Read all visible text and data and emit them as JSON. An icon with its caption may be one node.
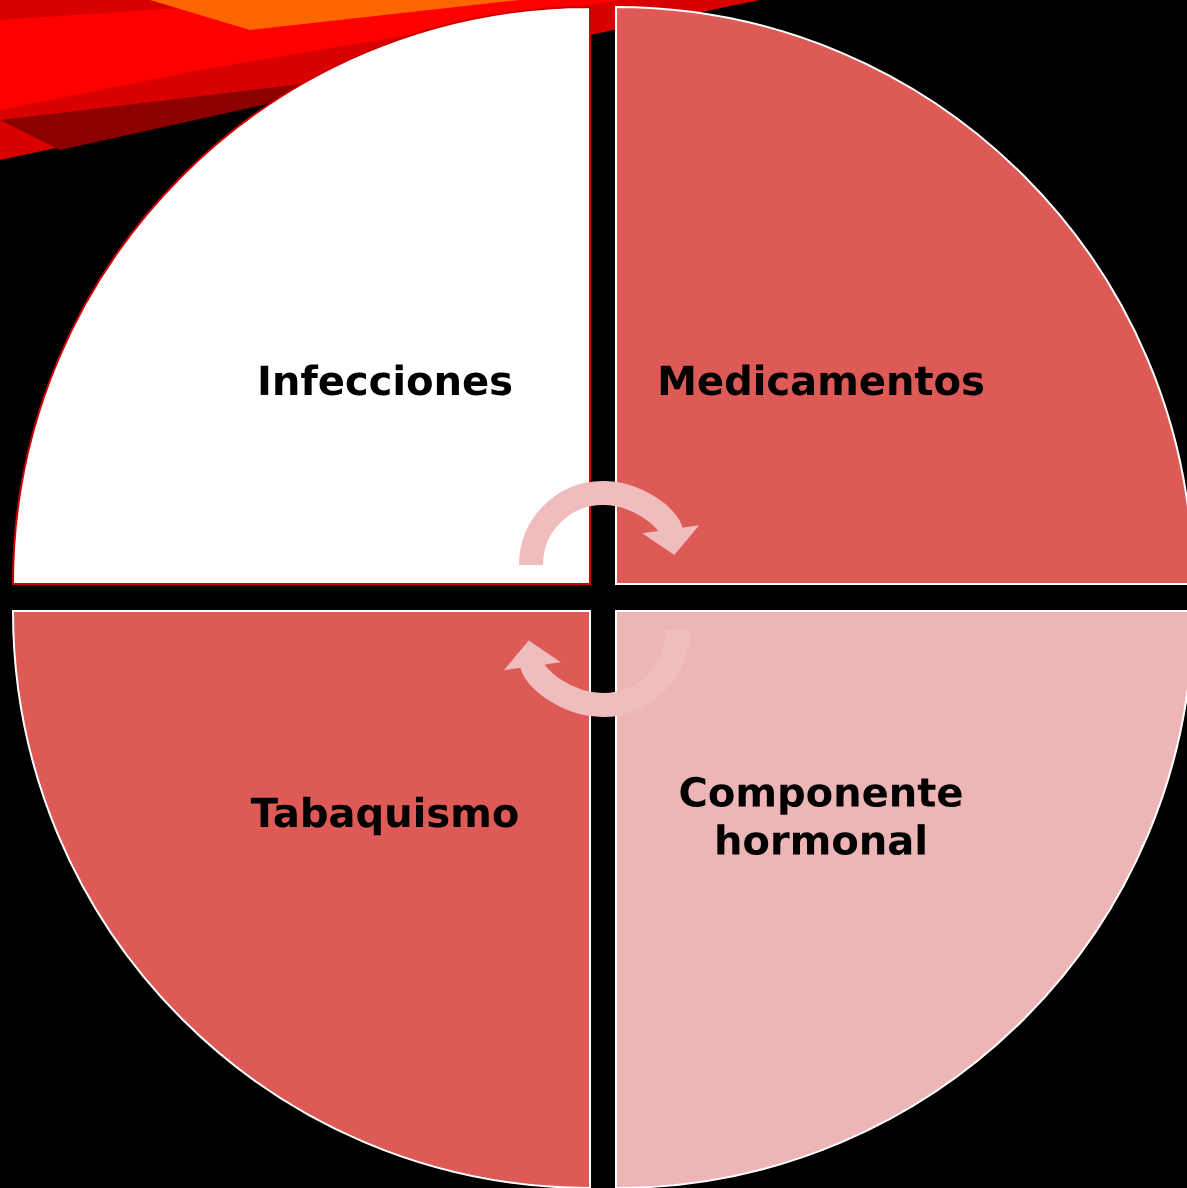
{
  "diagram": {
    "nodes": [
      {
        "text": [
          "Infecciones"
        ]
      },
      {
        "text": [
          "Medicamentos"
        ]
      },
      {
        "text": [
          "Tabaquismo"
        ]
      },
      {
        "text": [
          "Componente hormonal"
        ]
      }
    ],
    "edges": [
      {
        "from": 0,
        "to": 1,
        "arrow": "to"
      },
      {
        "from": 3,
        "to": 2,
        "arrow": "to"
      }
    ]
  }
}
